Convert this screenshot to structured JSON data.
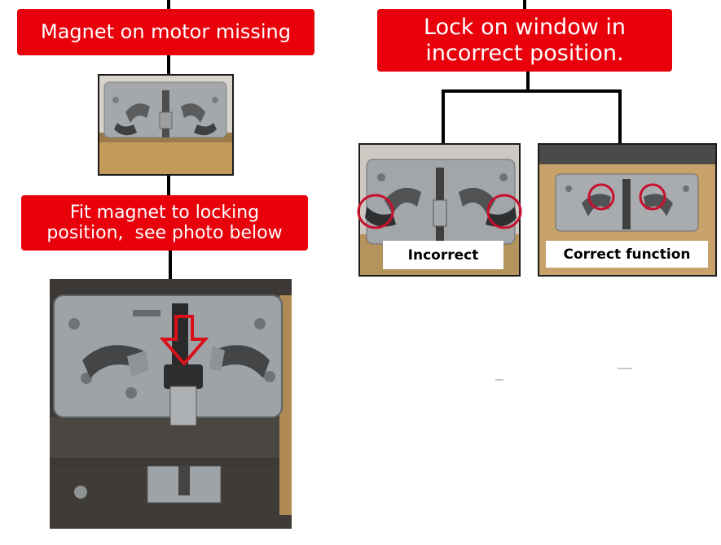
{
  "left_flow": {
    "step1": "Magnet on motor missing",
    "step2_line1": "Fit magnet to locking",
    "step2_line2": "position,  see photo below"
  },
  "right_flow": {
    "header_line1": "Lock on window in",
    "header_line2": "incorrect position.",
    "incorrect_label": "Incorrect",
    "correct_label": "Correct function"
  },
  "colors": {
    "banner_red": "#e8000b",
    "highlight_circle": "#c8102e",
    "connector": "#000000"
  },
  "icons": {
    "arrow": "red-down-arrow-outline",
    "circles": "red-highlight-circle"
  }
}
